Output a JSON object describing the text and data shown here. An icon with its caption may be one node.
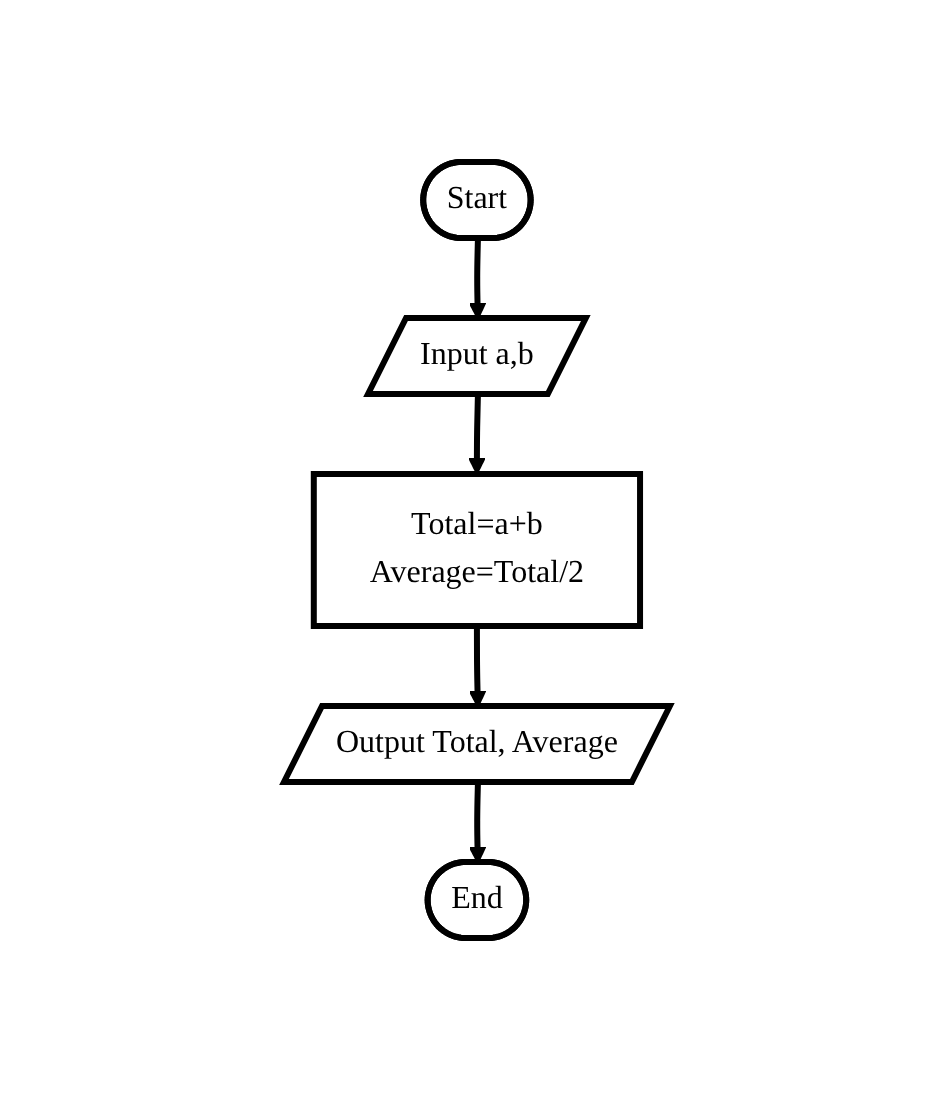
{
  "diagram": {
    "nodes": [
      {
        "text": [
          "Start"
        ]
      },
      {
        "text": [
          "Input a,b"
        ]
      },
      {
        "text": [
          "Total=a+b",
          "Average=Total/2"
        ]
      },
      {
        "text": [
          "Output Total, Average"
        ]
      },
      {
        "text": [
          "End"
        ]
      }
    ],
    "edges": [
      {
        "from": 0,
        "to": 1,
        "arrow": "to"
      },
      {
        "from": 1,
        "to": 2,
        "arrow": "to"
      },
      {
        "from": 2,
        "to": 3,
        "arrow": "to"
      },
      {
        "from": 3,
        "to": 4,
        "arrow": "to"
      }
    ]
  }
}
